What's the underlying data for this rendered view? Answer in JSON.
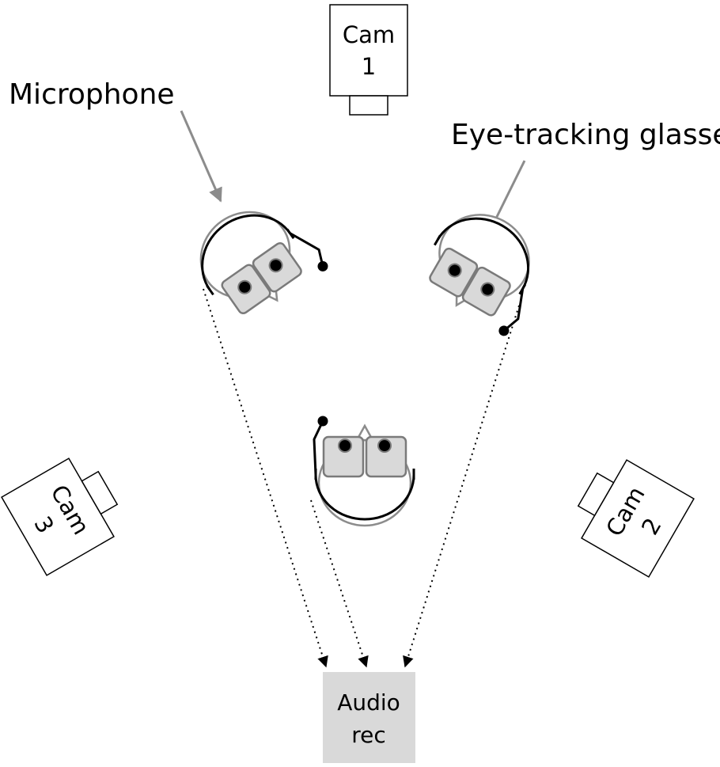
{
  "labels": {
    "microphone": "Microphone",
    "eye_tracking_glasses": "Eye-tracking glasses"
  },
  "cameras": [
    {
      "id": "cam1",
      "line1": "Cam",
      "line2": "1"
    },
    {
      "id": "cam2",
      "line1": "Cam",
      "line2": "2"
    },
    {
      "id": "cam3",
      "line1": "Cam",
      "line2": "3"
    }
  ],
  "audio_recorder": {
    "line1": "Audio",
    "line2": "rec"
  },
  "participants": [
    {
      "id": "participant-left",
      "has_microphone": true,
      "has_eye_tracking_glasses": true
    },
    {
      "id": "participant-right",
      "has_microphone": true,
      "has_eye_tracking_glasses": true
    },
    {
      "id": "participant-bottom",
      "has_microphone": true,
      "has_eye_tracking_glasses": true
    }
  ],
  "connections": [
    {
      "from": "participant-left",
      "to": "audio_recorder",
      "style": "dotted-arrow"
    },
    {
      "from": "participant-bottom",
      "to": "audio_recorder",
      "style": "dotted-arrow"
    },
    {
      "from": "participant-right",
      "to": "audio_recorder",
      "style": "dotted-arrow"
    }
  ],
  "colors": {
    "stroke": "#000000",
    "head_stroke": "#8c8c8c",
    "lens_fill": "#d9d9d9",
    "lens_stroke": "#7a7a7a",
    "arrow_gray": "#8c8c8c",
    "audio_fill": "#d9d9d9"
  }
}
